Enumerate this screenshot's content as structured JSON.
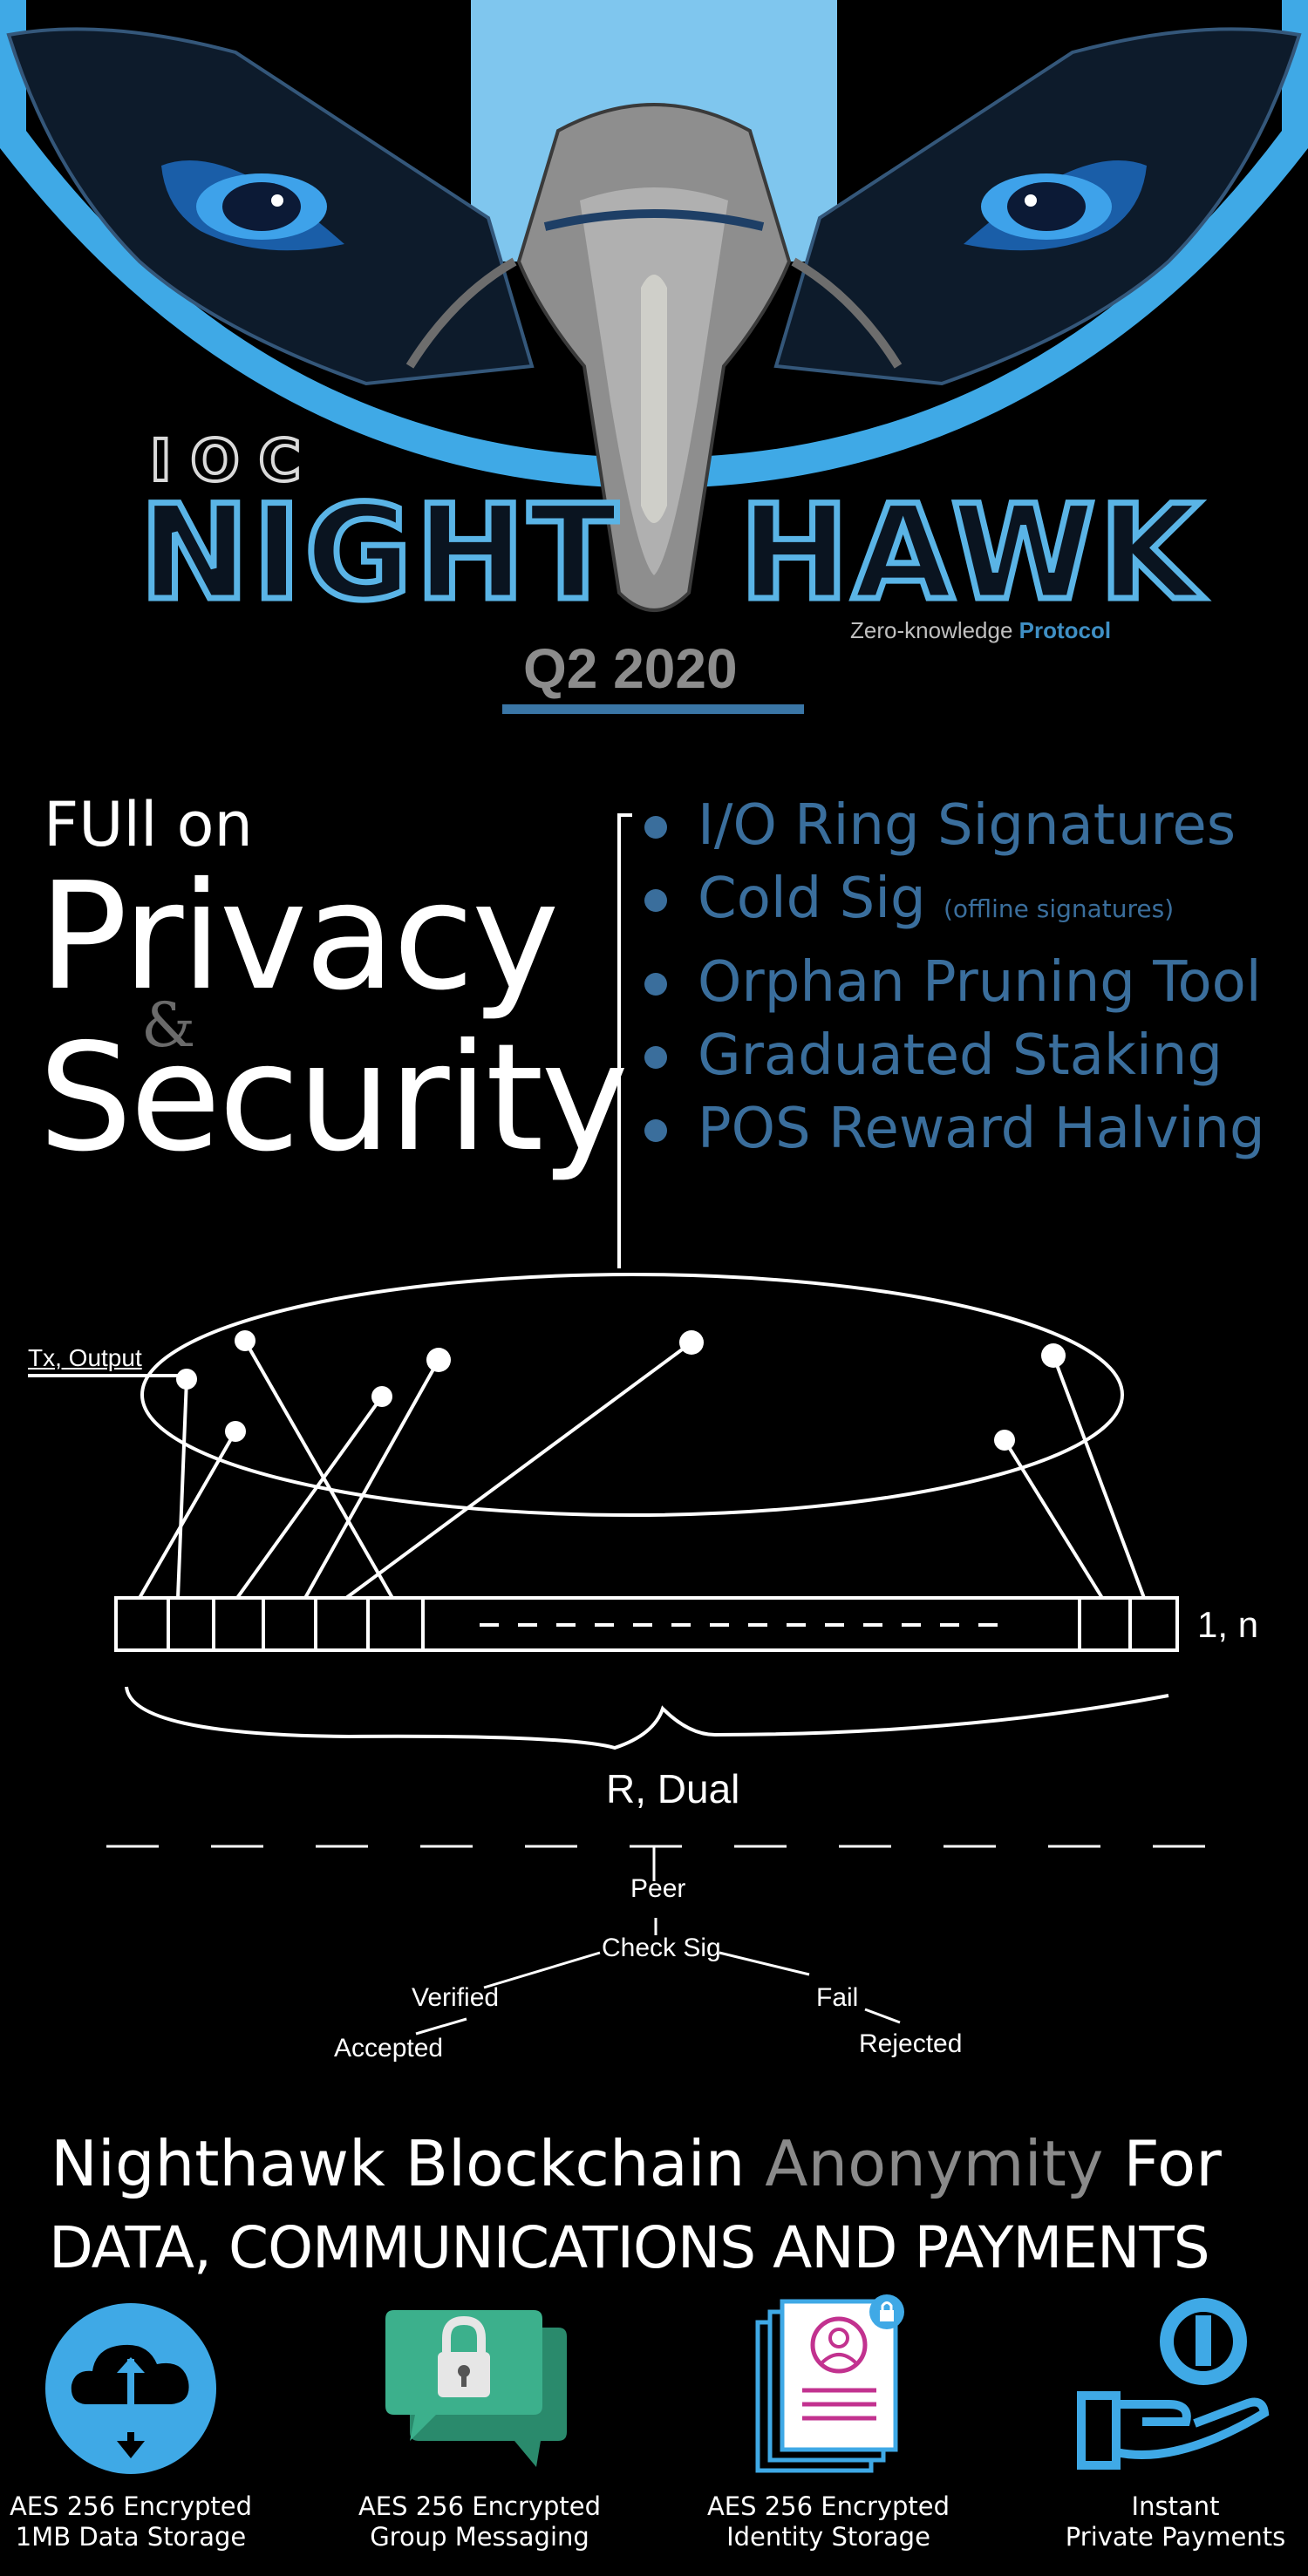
{
  "hero": {
    "brand_prefix": "IOC",
    "title_left": "NIGHT",
    "title_right": "HAWK",
    "tagline": "Zero-knowledge",
    "tagline_accent": "Protocol",
    "release": "Q2 2020"
  },
  "privacy": {
    "full_on": "FUll on",
    "word1": "Privacy",
    "ampersand": "&",
    "word2": "Security"
  },
  "features": [
    {
      "label": "I/O Ring Signatures",
      "note": ""
    },
    {
      "label": "Cold Sig",
      "note": "(offline signatures)"
    },
    {
      "label": "Orphan Pruning Tool",
      "note": ""
    },
    {
      "label": "Graduated Staking",
      "note": ""
    },
    {
      "label": "POS Reward Halving",
      "note": ""
    }
  ],
  "diagram": {
    "tx_output": "Tx, Output",
    "range": "1, n",
    "r_dual": "R, Dual",
    "peer": "Peer",
    "check_sig": "Check Sig",
    "verified": "Verified",
    "fail": "Fail",
    "accepted": "Accepted",
    "rejected": "Rejected"
  },
  "headline": {
    "part1": "Nighthawk Blockchain",
    "part2": "Anonymity",
    "part3": "For",
    "line2": "DATA, COMMUNICATIONS AND PAYMENTS"
  },
  "services": [
    {
      "line1": "AES 256 Encrypted",
      "line2": "1MB Data Storage",
      "icon": "cloud-upload-download-icon"
    },
    {
      "line1": "AES 256 Encrypted",
      "line2": "Group Messaging",
      "icon": "lock-chat-icon"
    },
    {
      "line1": "AES 256 Encrypted",
      "line2": "Identity Storage",
      "icon": "identity-document-icon"
    },
    {
      "line1": "Instant",
      "line2": "Private Payments",
      "icon": "hand-coin-icon"
    }
  ],
  "colors": {
    "accent_blue": "#3fa9e6",
    "feature_blue": "#3a6e9c",
    "messaging_green": "#33a884",
    "identity_pink": "#c2328f"
  }
}
